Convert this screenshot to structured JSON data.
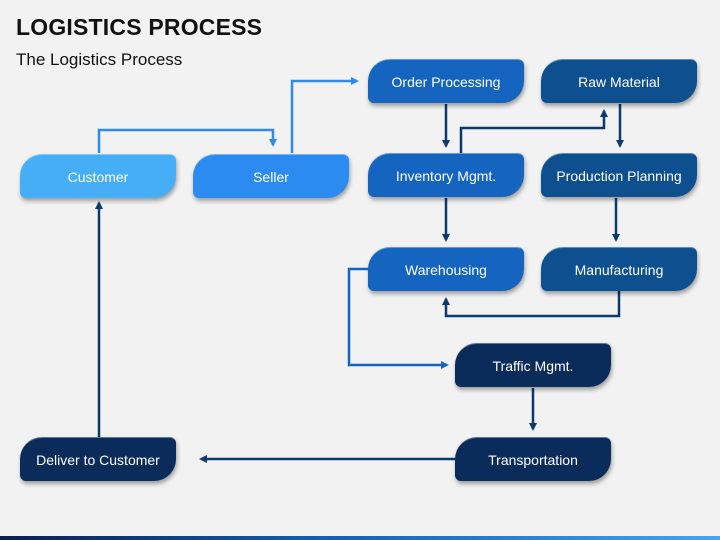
{
  "title": "LOGISTICS PROCESS",
  "subtitle": "The Logistics Process",
  "colors": {
    "light_blue": "#45aef7",
    "mid_blue": "#2b8bf0",
    "blue": "#1565c0",
    "dark_blue": "#0d4f8f",
    "navy": "#0b2c5a",
    "arrow_light": "#2f8be8",
    "arrow_dark": "#0b3a6e"
  },
  "nodes": {
    "customer": "Customer",
    "seller": "Seller",
    "order_processing": "Order Processing",
    "raw_material": "Raw Material",
    "inventory_mgmt": "Inventory Mgmt.",
    "production_planning": "Production Planning",
    "warehousing": "Warehousing",
    "manufacturing": "Manufacturing",
    "traffic_mgmt": "Traffic Mgmt.",
    "transportation": "Transportation",
    "deliver_to_customer": "Deliver to Customer"
  }
}
